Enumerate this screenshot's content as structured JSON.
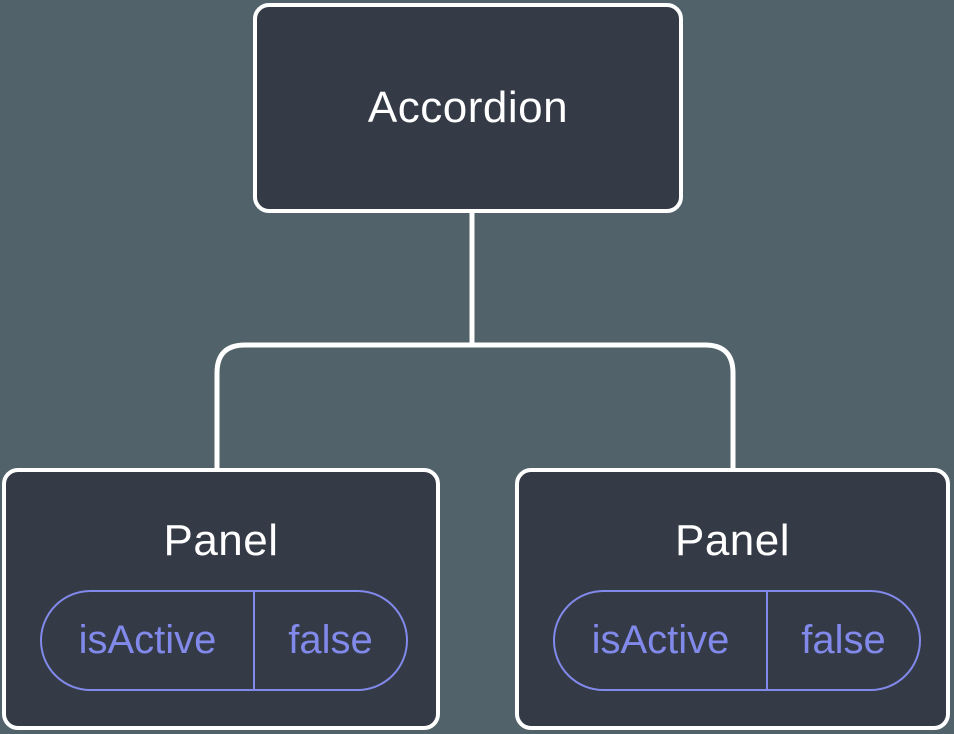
{
  "tree": {
    "root": {
      "label": "Accordion"
    },
    "children": [
      {
        "label": "Panel",
        "props": [
          {
            "name": "isActive",
            "value": "false"
          }
        ]
      },
      {
        "label": "Panel",
        "props": [
          {
            "name": "isActive",
            "value": "false"
          }
        ]
      }
    ]
  },
  "colors": {
    "background": "#51626A",
    "node_fill": "#343A46",
    "node_border": "#FFFFFF",
    "connector": "#FFFFFF",
    "pill": "#8189EA",
    "label_text": "#FFFFFF"
  }
}
